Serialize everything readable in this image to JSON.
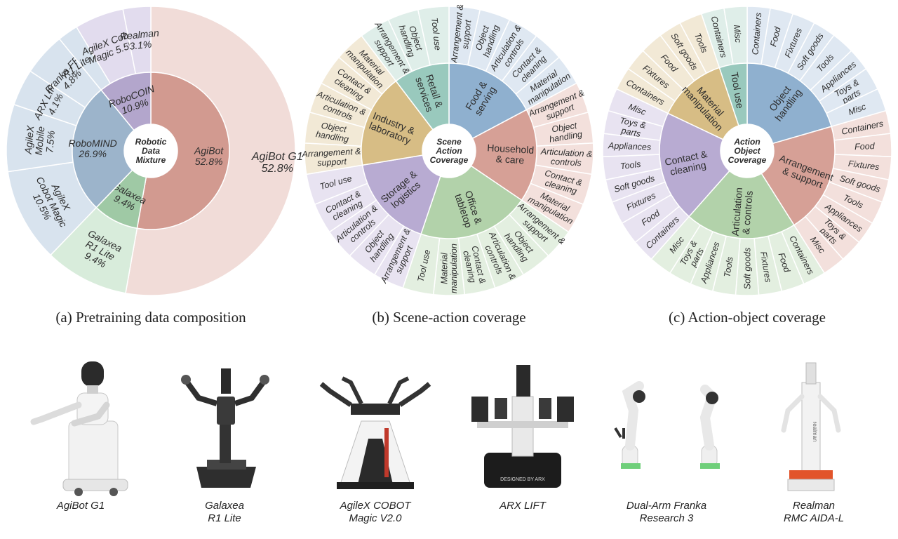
{
  "charts": {
    "a": {
      "center": [
        "Robotic",
        "Data",
        "Mixture"
      ],
      "inner": [
        {
          "label": [
            "AgiBot",
            "52.8%"
          ],
          "value": 52.8,
          "color": "#d29a90"
        },
        {
          "label": [
            "Galaxea",
            "9.4%"
          ],
          "value": 9.4,
          "color": "#9fc9a5"
        },
        {
          "label": [
            "RoboMIND",
            "26.9%"
          ],
          "value": 26.9,
          "color": "#9cb4cb"
        },
        {
          "label": [
            "RoboCOIN",
            "10.9%"
          ],
          "value": 10.9,
          "color": "#b3a6cc"
        }
      ],
      "outer": [
        {
          "label": [
            "AgiBot G1",
            "52.8%"
          ],
          "value": 52.8,
          "color": "#f1dcd8"
        },
        {
          "label": [
            "Galaxea",
            "R1 Lite",
            "9.4%"
          ],
          "value": 9.4,
          "color": "#d8ecdb"
        },
        {
          "label": [
            "AgileX",
            "Cobot Magic",
            "10.5%"
          ],
          "value": 10.5,
          "color": "#d8e3ee"
        },
        {
          "label": [
            "AgileX",
            "Mobile",
            "7.5%"
          ],
          "value": 7.5,
          "color": "#d8e3ee"
        },
        {
          "label": [
            "ARX LIFT",
            "4.1%"
          ],
          "value": 4.1,
          "color": "#d8e3ee"
        },
        {
          "label": [
            "Franka FR3",
            "4.8%"
          ],
          "value": 4.8,
          "color": "#d8e3ee"
        },
        {
          "label": [
            "R1 Lite 2.3%"
          ],
          "value": 2.3,
          "color": "#d8e3ee"
        },
        {
          "label": [
            "AgileX Cobot",
            "Magic 5.5%"
          ],
          "value": 5.5,
          "color": "#e2dcee"
        },
        {
          "label": [
            "Realman",
            "3.1%"
          ],
          "value": 3.1,
          "color": "#e2dcee"
        }
      ]
    },
    "b": {
      "center": [
        "Scene",
        "Action",
        "Coverage"
      ],
      "inner": [
        {
          "label": [
            "Food &",
            "serving"
          ],
          "color": "#8fb0cf",
          "outer_color": "#dfe8f2",
          "children": [
            "Arrangement & support",
            "Object handling",
            "Articulation & controls",
            "Contact & cleaning",
            "Material manipulation"
          ]
        },
        {
          "label": [
            "Household",
            "& care"
          ],
          "color": "#d6a096",
          "outer_color": "#f3e0dc",
          "children": [
            "Arrangement & support",
            "Object handling",
            "Articulation & controls",
            "Contact & cleaning",
            "Material manipulation"
          ]
        },
        {
          "label": [
            "Office &",
            "tabletop"
          ],
          "color": "#b2d2aa",
          "outer_color": "#e3efe0",
          "children": [
            "Arrangement & support",
            "Object handling",
            "Articulation & controls",
            "Contact & cleaning",
            "Material manipulation",
            "Tool use"
          ]
        },
        {
          "label": [
            "Storage &",
            "logistics"
          ],
          "color": "#b8abd2",
          "outer_color": "#e8e3f1",
          "children": [
            "Arrangement & support",
            "Object handling",
            "Articulation & controls",
            "Contact & cleaning",
            "Tool use"
          ]
        },
        {
          "label": [
            "Industry &",
            "laboratory"
          ],
          "color": "#d7bd85",
          "outer_color": "#f2e9d6",
          "children": [
            "Arrangement & support",
            "Object handling",
            "Articulation & controls",
            "Contact & cleaning",
            "Material manipulation"
          ]
        },
        {
          "label": [
            "Retail &",
            "services"
          ],
          "color": "#99c9bd",
          "outer_color": "#dfeee9",
          "children": [
            "Arrangement & support",
            "Object handling",
            "Tool use"
          ]
        }
      ]
    },
    "c": {
      "center": [
        "Action",
        "Object",
        "Coverage"
      ],
      "inner": [
        {
          "label": [
            "Object",
            "handling"
          ],
          "color": "#8fb0cf",
          "outer_color": "#dfe8f2",
          "children": [
            "Containers",
            "Food",
            "Fixtures",
            "Soft goods",
            "Tools",
            "Appliances",
            "Toys & parts",
            "Misc"
          ]
        },
        {
          "label": [
            "Arrangement",
            "& support"
          ],
          "color": "#d6a096",
          "outer_color": "#f3e0dc",
          "children": [
            "Containers",
            "Food",
            "Fixtures",
            "Soft goods",
            "Tools",
            "Appliances",
            "Toys & parts",
            "Misc"
          ]
        },
        {
          "label": [
            "Articulation",
            "& controls"
          ],
          "color": "#b2d2aa",
          "outer_color": "#e3efe0",
          "children": [
            "Containers",
            "Food",
            "Fixtures",
            "Soft goods",
            "Tools",
            "Appliances",
            "Toys & parts",
            "Misc"
          ]
        },
        {
          "label": [
            "Contact &",
            "cleaning"
          ],
          "color": "#b8abd2",
          "outer_color": "#e8e3f1",
          "children": [
            "Containers",
            "Food",
            "Fixtures",
            "Soft goods",
            "Tools",
            "Appliances",
            "Toys & parts",
            "Misc"
          ]
        },
        {
          "label": [
            "Material",
            "manipulation"
          ],
          "color": "#d7bd85",
          "outer_color": "#f2e9d6",
          "children": [
            "Containers",
            "Fixtures",
            "Food",
            "Soft goods",
            "Tools"
          ]
        },
        {
          "label": [
            "Tool use"
          ],
          "color": "#99c9bd",
          "outer_color": "#dfeee9",
          "children": [
            "Containers",
            "Misc"
          ]
        }
      ]
    }
  },
  "captions": {
    "a": "(a) Pretraining data composition",
    "b": "(b) Scene-action coverage",
    "c": "(c) Action-object coverage"
  },
  "robots": [
    {
      "name": "AgiBot G1",
      "line1": "AgiBot G1",
      "line2": ""
    },
    {
      "name": "Galaxea R1 Lite",
      "line1": "Galaxea",
      "line2": "R1 Lite"
    },
    {
      "name": "AgileX COBOT Magic V2.0",
      "line1": "AgileX COBOT",
      "line2": "Magic V2.0"
    },
    {
      "name": "ARX LIFT",
      "line1": "ARX LIFT",
      "line2": ""
    },
    {
      "name": "Dual-Arm Franka Research 3",
      "line1": "Dual-Arm Franka",
      "line2": "Research 3"
    },
    {
      "name": "Realman RMC AIDA-L",
      "line1": "Realman",
      "line2": "RMC AIDA-L"
    }
  ],
  "robot_image_text": {
    "arx_plate": "DESIGNED BY ARX",
    "realman_brand": "realman"
  },
  "chart_data": [
    {
      "type": "pie",
      "title": "Robotic Data Mixture",
      "inner_ring": {
        "categories": [
          "AgiBot",
          "Galaxea",
          "RoboMIND",
          "RoboCOIN"
        ],
        "values": [
          52.8,
          9.4,
          26.9,
          10.9
        ]
      },
      "outer_ring": {
        "categories": [
          "AgiBot G1",
          "Galaxea R1 Lite",
          "AgileX Cobot Magic",
          "AgileX Mobile",
          "ARX LIFT",
          "Franka FR3",
          "R1 Lite",
          "AgileX Cobot Magic",
          "Realman"
        ],
        "values": [
          52.8,
          9.4,
          10.5,
          7.5,
          4.1,
          4.8,
          2.3,
          5.5,
          3.1
        ]
      }
    },
    {
      "type": "pie",
      "title": "Scene Action Coverage",
      "inner_ring": {
        "categories": [
          "Food & serving",
          "Household & care",
          "Office & tabletop",
          "Storage & logistics",
          "Industry & laboratory",
          "Retail & services"
        ],
        "counts": [
          5,
          5,
          6,
          5,
          5,
          3
        ]
      }
    },
    {
      "type": "pie",
      "title": "Action Object Coverage",
      "inner_ring": {
        "categories": [
          "Object handling",
          "Arrangement & support",
          "Articulation & controls",
          "Contact & cleaning",
          "Material manipulation",
          "Tool use"
        ],
        "counts": [
          8,
          8,
          8,
          8,
          5,
          2
        ]
      }
    }
  ]
}
